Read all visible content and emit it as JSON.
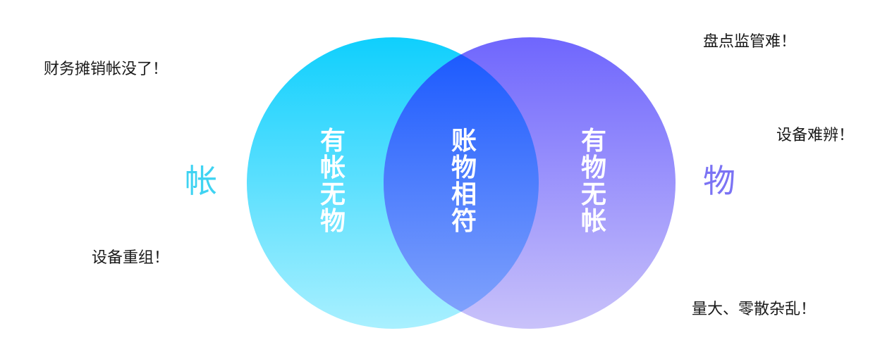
{
  "diagram": {
    "left_set": {
      "title": "帐",
      "region_text": "有帐无物",
      "color_top": "#0fcffd",
      "color_bottom": "#a9f0ff",
      "notes": [
        "财务摊销帐没了！",
        "设备重组！"
      ]
    },
    "right_set": {
      "title": "物",
      "region_text": "有物无帐",
      "color_top": "#6f66fd",
      "color_bottom": "#c9c2fa",
      "notes": [
        "盘点监管难！",
        "设备难辨！",
        "量大、零散杂乱！"
      ]
    },
    "intersection": {
      "region_text": "账物相符",
      "color_top": "#1656fe",
      "color_bottom": "#86a6fc"
    }
  }
}
